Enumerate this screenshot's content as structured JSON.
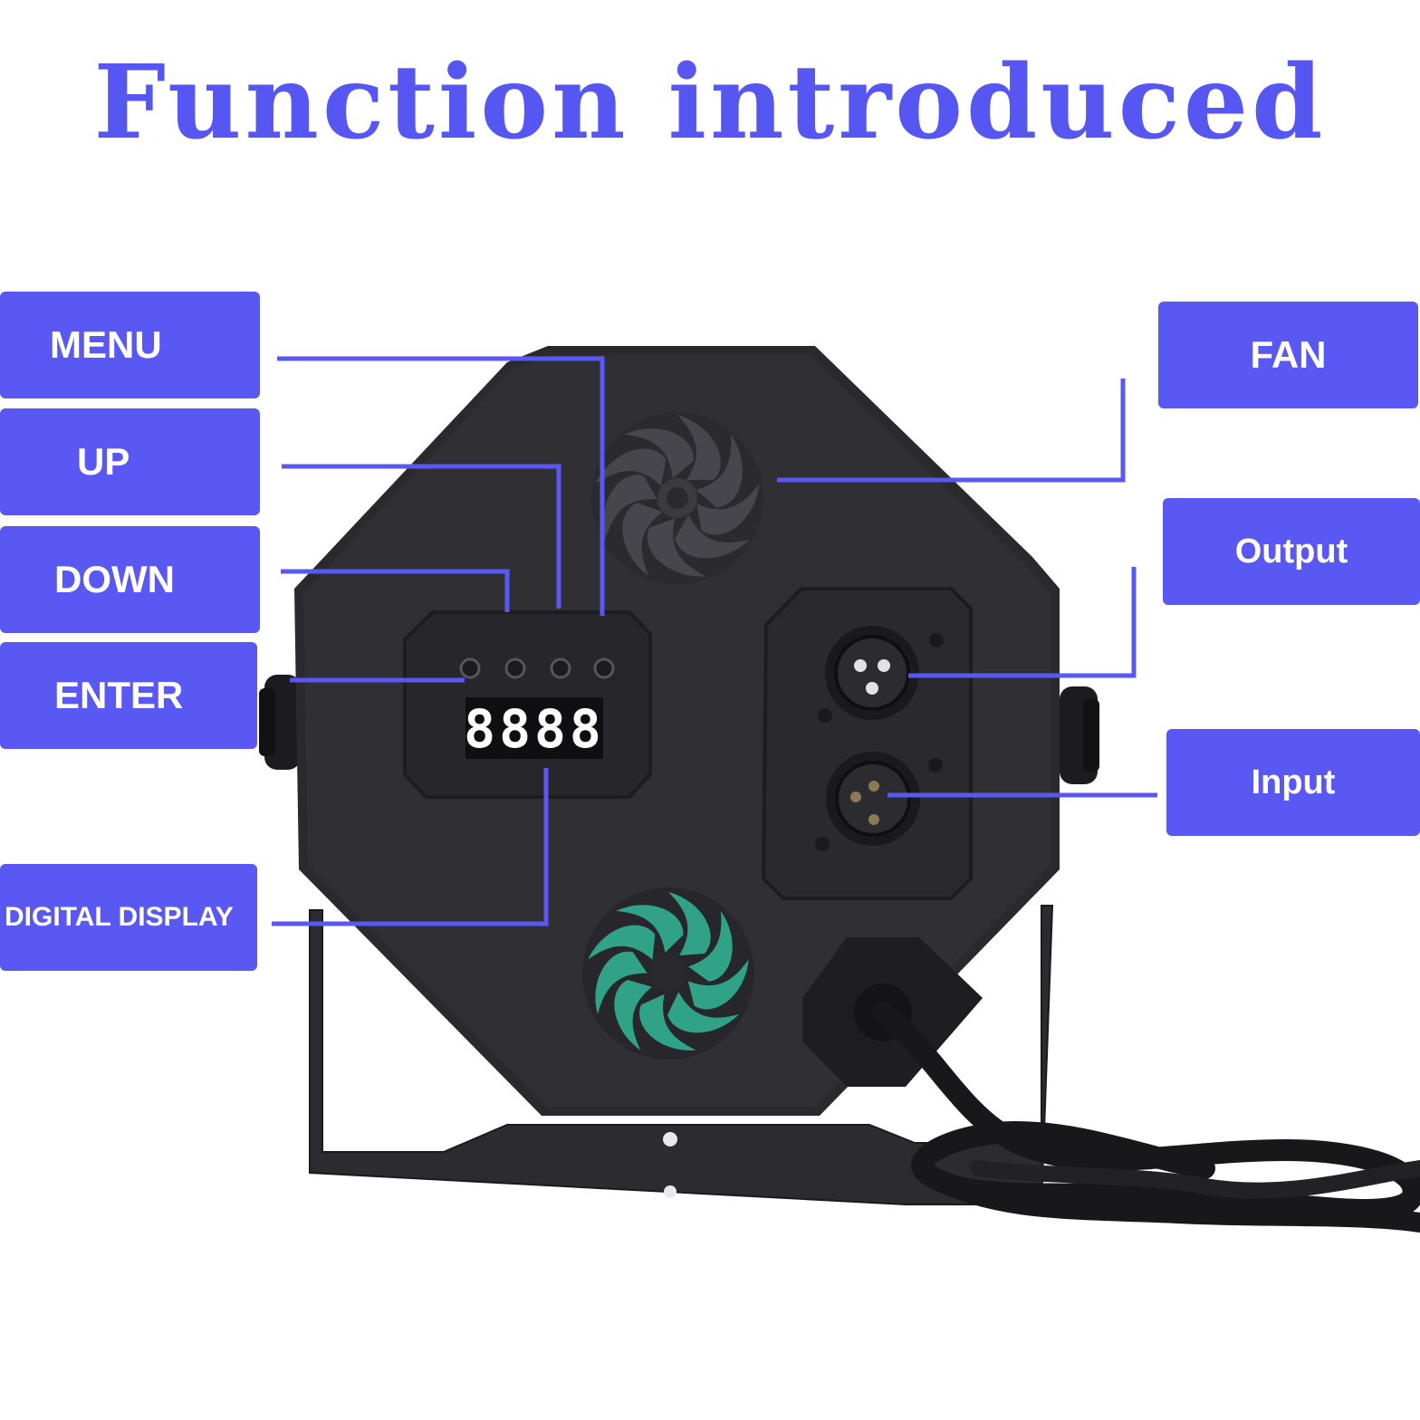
{
  "title": "Function introduced",
  "colors": {
    "accent": "#5a58f2",
    "title": "#5656f2",
    "body": "#232326",
    "display_digits": "#ffffff",
    "fan_glow": "#2fa287"
  },
  "labels": {
    "menu": "MENU",
    "up": "UP",
    "down": "DOWN",
    "enter": "ENTER",
    "digital_display": "DIGITAL DISPLAY",
    "fan": "FAN",
    "output": "Output",
    "input": "Input"
  },
  "display": {
    "digits": "8888"
  }
}
